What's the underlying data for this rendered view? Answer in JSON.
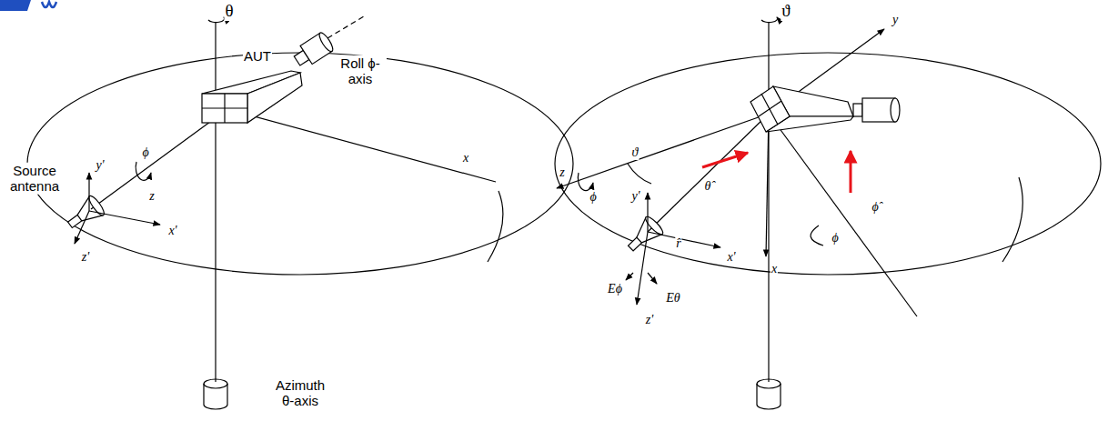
{
  "diagram": {
    "labels": [
      "θ",
      "AUT",
      "Roll ϕ-axis",
      "y'",
      "ϕ",
      "z",
      "x",
      "Source antenna",
      "x'",
      "z'",
      "Azimuth θ-axis",
      "ϑ",
      "y",
      "ϑ",
      "z",
      "ϕ",
      "θ̂",
      "ϕ̂",
      "ϕ",
      "y'",
      "r̂",
      "x'",
      "x",
      "z'",
      "Eϕ",
      "Eθ"
    ]
  }
}
